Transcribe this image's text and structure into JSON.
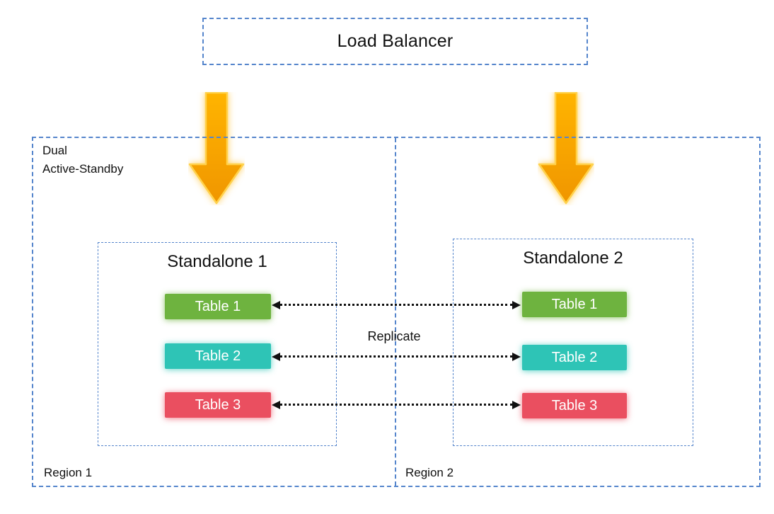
{
  "colors": {
    "border-blue": "#5585cc",
    "arrow-orange-top": "#ffb400",
    "arrow-orange-bottom": "#f09600",
    "arrow-glow": "#ffd24d",
    "table1-green": "#6eb33f",
    "table2-teal": "#2ec4b6",
    "table3-red": "#ea4f60",
    "connector-black": "#111111"
  },
  "load_balancer": {
    "label": "Load Balancer"
  },
  "container": {
    "label": "Dual\nActive-Standby"
  },
  "regions": [
    {
      "label": "Region 1",
      "standalone": {
        "title": "Standalone 1",
        "tables": [
          "Table 1",
          "Table 2",
          "Table 3"
        ]
      }
    },
    {
      "label": "Region 2",
      "standalone": {
        "title": "Standalone 2",
        "tables": [
          "Table 1",
          "Table 2",
          "Table 3"
        ]
      }
    }
  ],
  "replicate": {
    "label": "Replicate"
  }
}
